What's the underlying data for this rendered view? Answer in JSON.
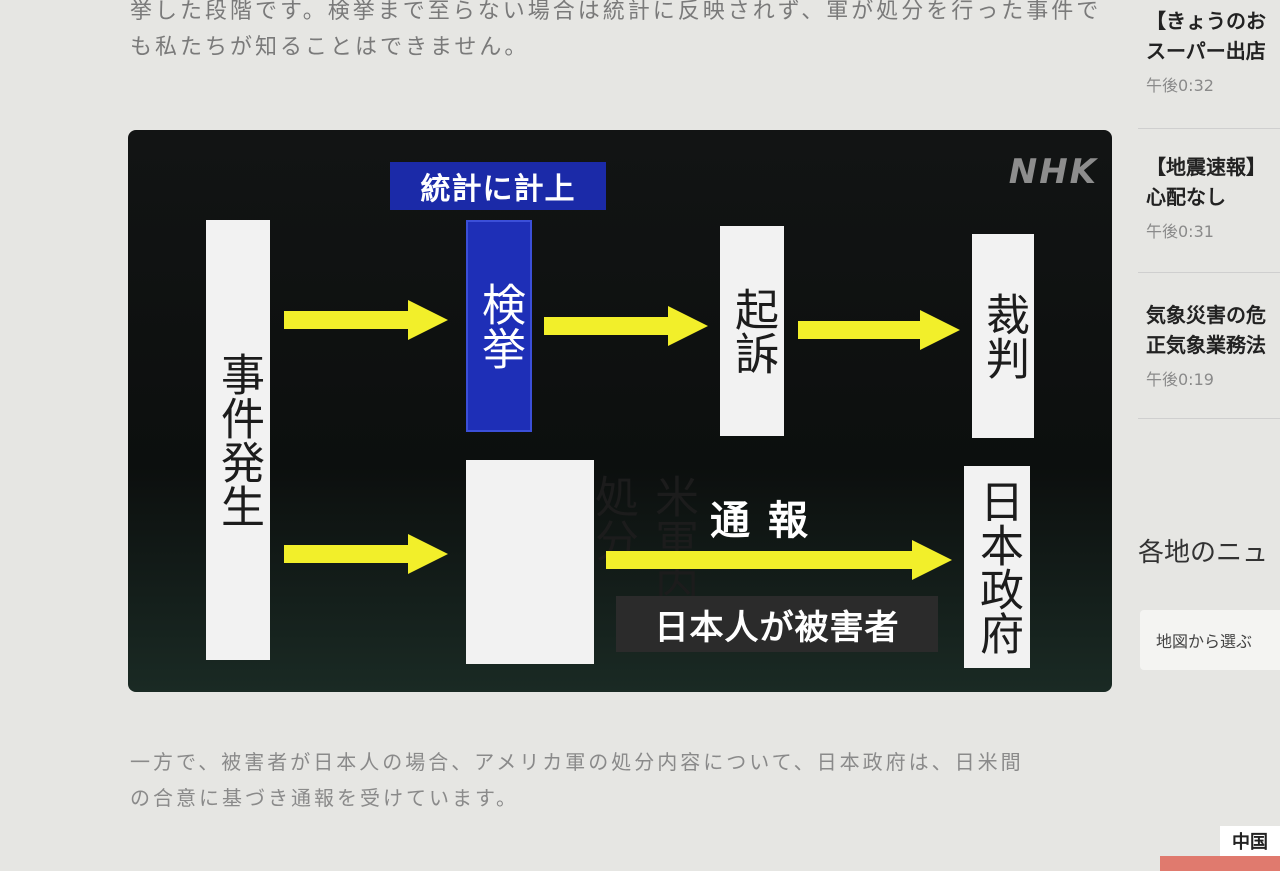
{
  "article": {
    "para_top_line1": "挙した段階です。検挙まで至らない場合は統計に反映されず、軍が処分を行った事件で",
    "para_top_line2": "も私たちが知ることはできません。",
    "para_bottom_line1": "一方で、被害者が日本人の場合、アメリカ軍の処分内容について、日本政府は、日米間",
    "para_bottom_line2": "の合意に基づき通報を受けています。"
  },
  "diagram": {
    "logo": "NHK",
    "tag": "統計に計上",
    "incident": "事件発生",
    "arrest": "検挙",
    "indictment": "起訴",
    "trial": "裁判",
    "military_line1": "米軍内で",
    "military_line2": "処分",
    "report": "通報",
    "gov": "日本政府",
    "victim": "日本人が被害者",
    "colors": {
      "arrow": "#f2ef2a",
      "accent_blue": "#1e2fb7",
      "box": "#f2f2f2",
      "background": "#0d0f10"
    }
  },
  "sidebar": {
    "items": [
      {
        "title_line1": "【きょうのお",
        "title_line2": "スーパー出店",
        "time": "午後0:32"
      },
      {
        "title_line1": "【地震速報】",
        "title_line2": "心配なし",
        "time": "午後0:31"
      },
      {
        "title_line1": "気象災害の危",
        "title_line2": "正気象業務法",
        "time": "午後0:19"
      }
    ],
    "heading": "各地のニュ",
    "map_button": "地図から選ぶ",
    "region_label": "中国"
  }
}
